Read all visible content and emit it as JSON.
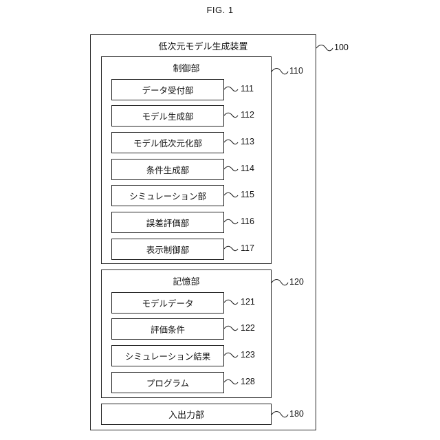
{
  "figure": {
    "title": "FIG. 1"
  },
  "device": {
    "label": "低次元モデル生成装置",
    "ref": "100",
    "control": {
      "label": "制御部",
      "ref": "110",
      "items": [
        {
          "label": "データ受付部",
          "ref": "111"
        },
        {
          "label": "モデル生成部",
          "ref": "112"
        },
        {
          "label": "モデル低次元化部",
          "ref": "113"
        },
        {
          "label": "条件生成部",
          "ref": "114"
        },
        {
          "label": "シミュレーション部",
          "ref": "115"
        },
        {
          "label": "誤差評価部",
          "ref": "116"
        },
        {
          "label": "表示制御部",
          "ref": "117"
        }
      ]
    },
    "storage": {
      "label": "記憶部",
      "ref": "120",
      "items": [
        {
          "label": "モデルデータ",
          "ref": "121"
        },
        {
          "label": "評価条件",
          "ref": "122"
        },
        {
          "label": "シミュレーション結果",
          "ref": "123"
        },
        {
          "label": "プログラム",
          "ref": "128"
        }
      ]
    },
    "io": {
      "label": "入出力部",
      "ref": "180"
    }
  }
}
